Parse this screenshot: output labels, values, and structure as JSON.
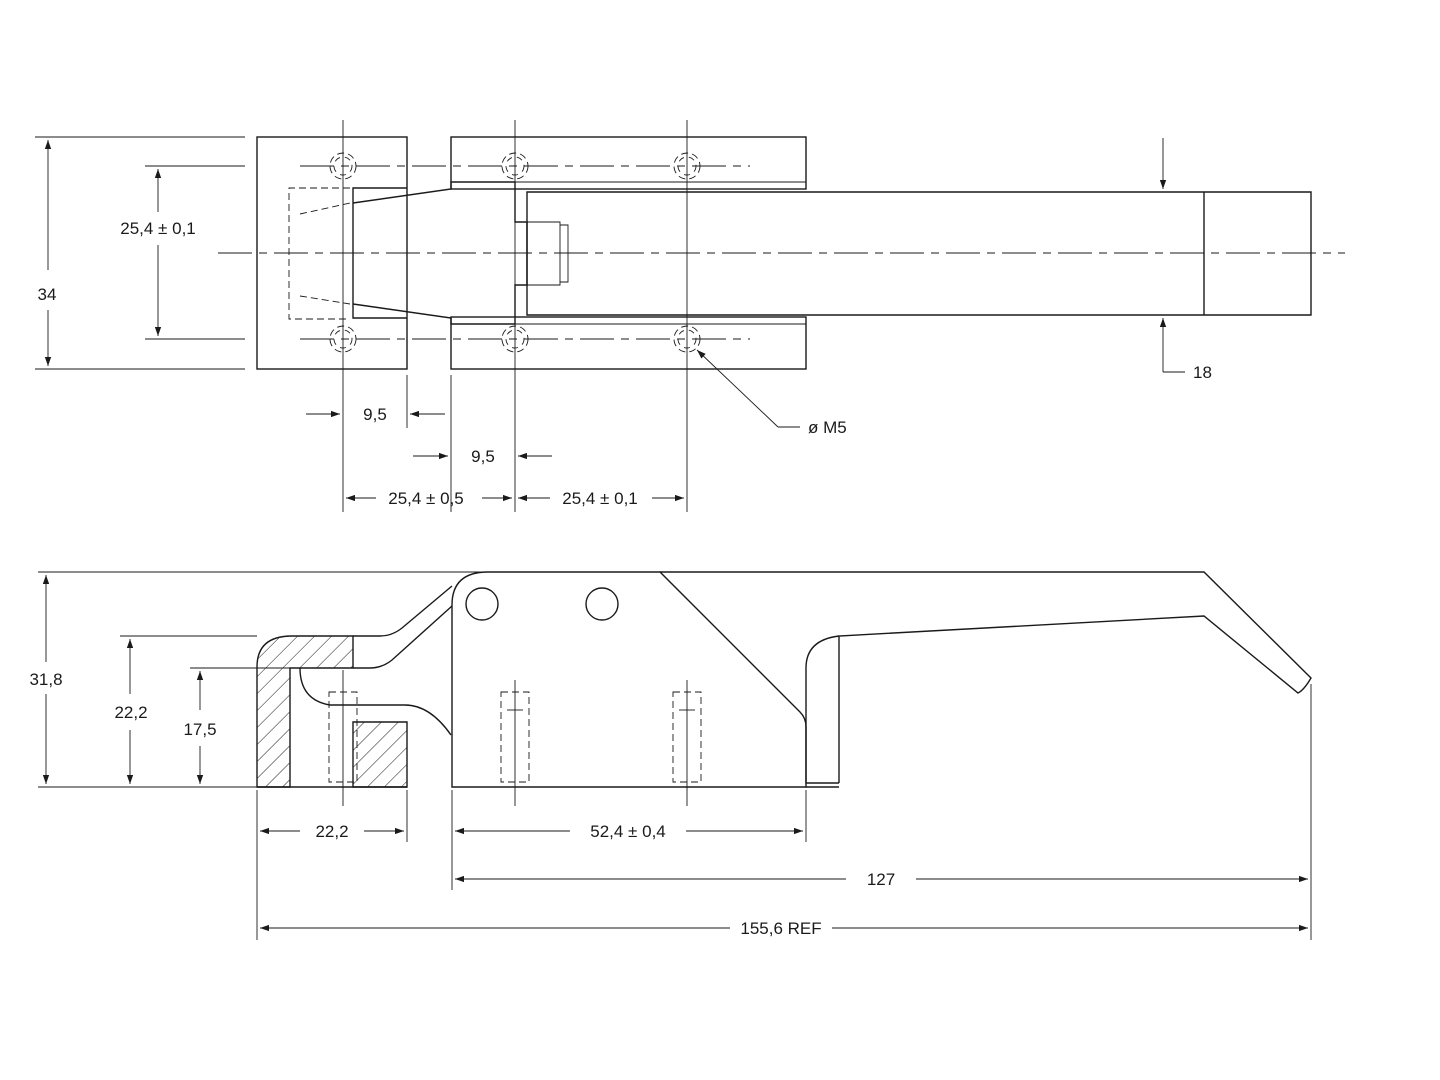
{
  "top_view": {
    "height_overall": "34",
    "hole_spacing_vertical": "25,4 ± 0,1",
    "bar_thickness": "18",
    "thread_callout": "ø M5",
    "gap_keeper": "9,5",
    "gap_body": "9,5",
    "hole_spacing_keeper_body": "25,4 ± 0,5",
    "hole_spacing_body": "25,4 ± 0,1"
  },
  "side_view": {
    "height_overall": "31,8",
    "keeper_height": "22,2",
    "keeper_hook_height": "17,5",
    "keeper_width": "22,2",
    "base_length": "52,4 ± 0,4",
    "length_body_to_handle": "127",
    "length_overall": "155,6 REF"
  },
  "colors": {
    "line": "#1a1a1a",
    "background": "#ffffff"
  }
}
